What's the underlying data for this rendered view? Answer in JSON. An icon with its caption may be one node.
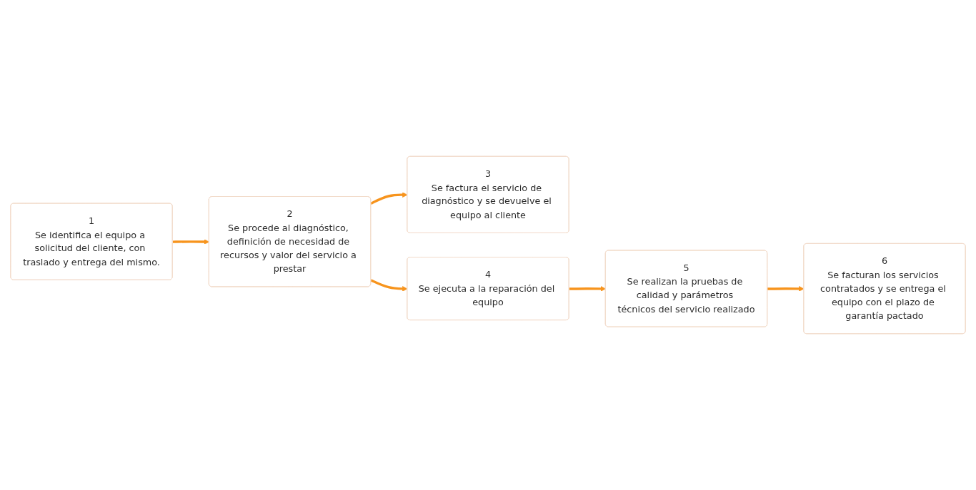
{
  "diagram": {
    "nodes": [
      {
        "text": [
          "1",
          "Se identifica el equipo a solicitud del cliente, con traslado y entrega del mismo."
        ]
      },
      {
        "text": [
          "2",
          "Se procede al diagnóstico, definición de necesidad de recursos y valor del servicio a prestar"
        ]
      },
      {
        "text": [
          "3",
          "Se factura el servicio de diagnóstico y se devuelve el equipo al cliente"
        ]
      },
      {
        "text": [
          "4",
          "Se ejecuta a la reparación del equipo"
        ]
      },
      {
        "text": [
          "5",
          "Se realizan la pruebas de calidad y parámetros técnicos del servicio realizado"
        ]
      },
      {
        "text": [
          "6",
          "Se facturan los servicios contratados y se entrega el equipo con el plazo de garantía pactado"
        ]
      }
    ],
    "edges": [
      {
        "from": 0,
        "to": 1,
        "arrow": "to"
      },
      {
        "from": 1,
        "to": 2,
        "arrow": "to"
      },
      {
        "from": 1,
        "to": 3,
        "arrow": "to"
      },
      {
        "from": 3,
        "to": 4,
        "arrow": "to"
      },
      {
        "from": 4,
        "to": 5,
        "arrow": "to"
      }
    ]
  }
}
